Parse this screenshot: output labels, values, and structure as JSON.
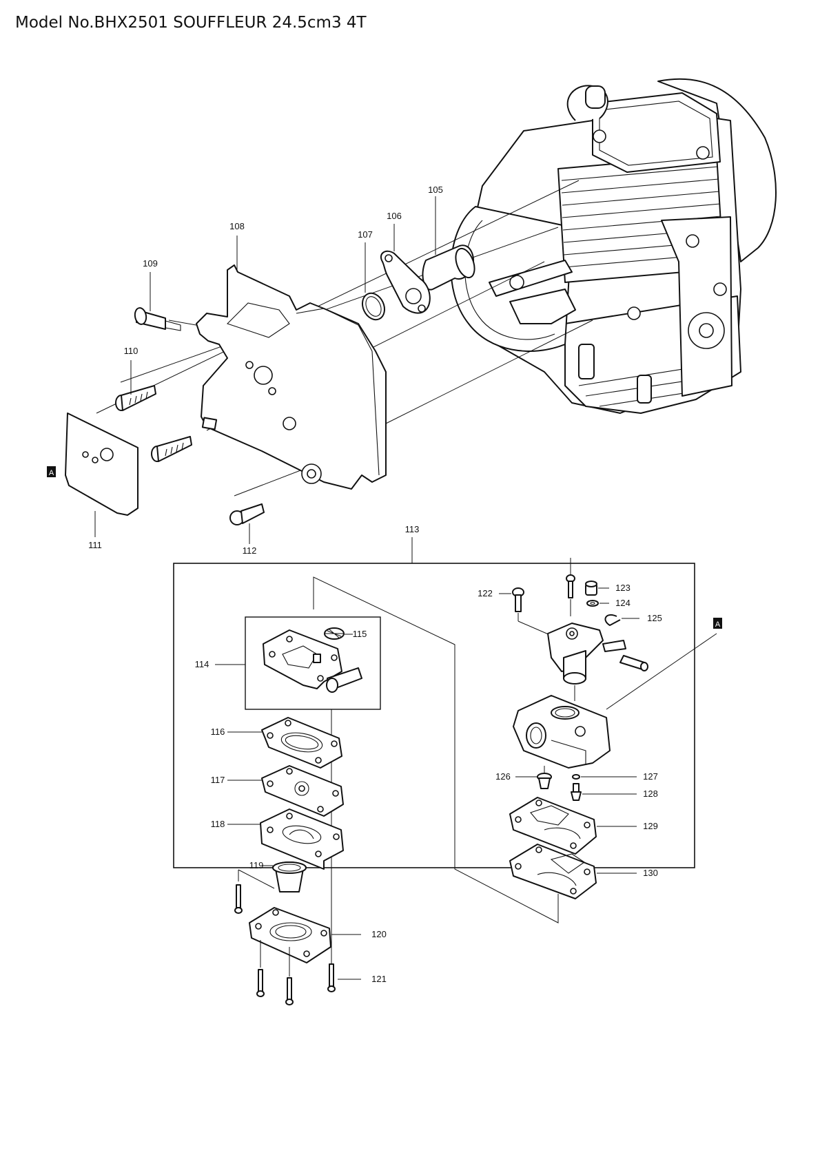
{
  "title": "Model No.BHX2501 SOUFFLEUR 24.5cm3 4T",
  "reference_marker": "A",
  "part_labels": {
    "p105": "105",
    "p106": "106",
    "p107": "107",
    "p108": "108",
    "p109": "109",
    "p110": "110",
    "p111": "111",
    "p112": "112",
    "p113": "113",
    "p114": "114",
    "p115": "115",
    "p116": "116",
    "p117": "117",
    "p118": "118",
    "p119": "119",
    "p120": "120",
    "p121": "121",
    "p122": "122",
    "p123": "123",
    "p124": "124",
    "p125": "125",
    "p126": "126",
    "p127": "127",
    "p128": "128",
    "p129": "129",
    "p130": "130"
  }
}
